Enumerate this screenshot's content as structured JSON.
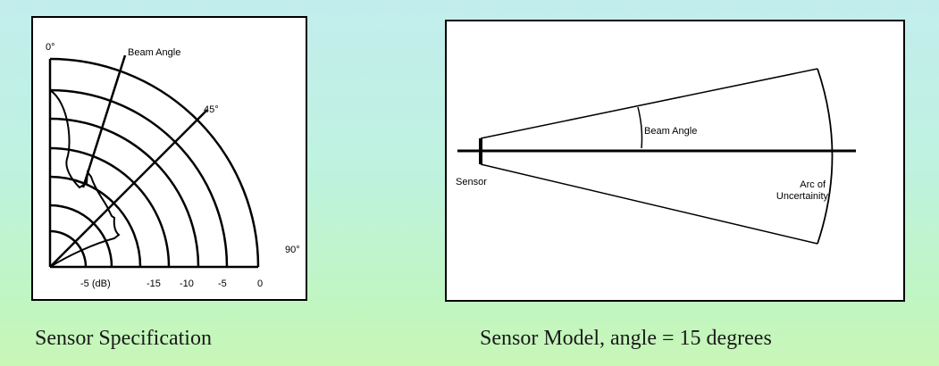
{
  "left_diagram": {
    "angle_top": "0°",
    "angle_mid": "45°",
    "angle_right": "90°",
    "beam_angle_label": "Beam Angle",
    "db_ticks": [
      "-5 (dB)",
      "-15",
      "-10",
      "-5",
      "0"
    ]
  },
  "right_diagram": {
    "sensor_label": "Sensor",
    "beam_angle_label": "Beam Angle",
    "arc_label_line1": "Arc of",
    "arc_label_line2": "Uncertainity"
  },
  "captions": {
    "left": "Sensor Specification",
    "right": "Sensor Model, angle = 15 degrees"
  }
}
